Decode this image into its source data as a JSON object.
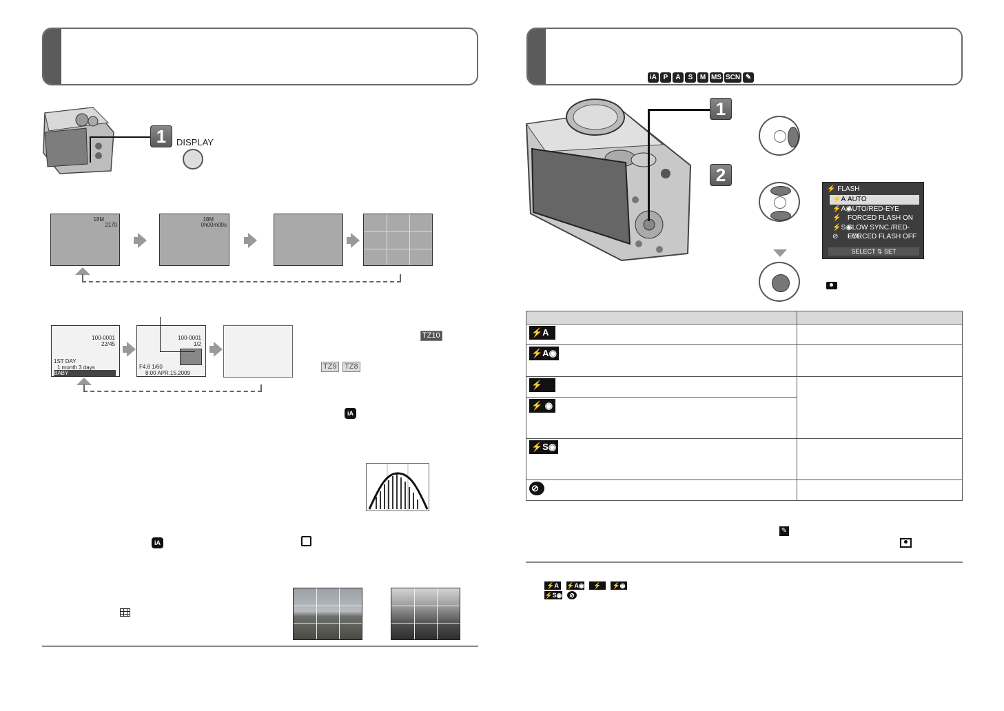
{
  "left": {
    "step1": {
      "number": "1",
      "button_label": "DISPLAY"
    },
    "record_screens": [
      {
        "rows": [
          "18M",
          "",
          "2170"
        ]
      },
      {
        "rows": [
          "18M",
          "",
          "0h00m00s"
        ]
      },
      {
        "rows": []
      },
      {
        "rows": []
      }
    ],
    "playback_screens": [
      {
        "rows": [
          "100-0001",
          "22/45",
          "1ST DAY",
          "1 month  3 days",
          "BABY"
        ]
      },
      {
        "rows": [
          "100-0001",
          "1/2",
          "F4.8 1/60",
          "8:00  APR.15.2009"
        ]
      },
      {
        "rows": []
      }
    ],
    "model_tags": {
      "tz10": "TZ10",
      "tz9": "TZ9",
      "tz8": "TZ8"
    }
  },
  "right": {
    "header_mode_icons": [
      "iA",
      "P",
      "A",
      "S",
      "M",
      "MS",
      "SCN",
      "✎"
    ],
    "steps": [
      "1",
      "2"
    ],
    "flash_menu": {
      "title": "FLASH",
      "items": [
        {
          "icon": "⚡A",
          "label": "AUTO"
        },
        {
          "icon": "⚡A◉",
          "label": "AUTO/RED-EYE"
        },
        {
          "icon": "⚡",
          "label": "FORCED FLASH ON"
        },
        {
          "icon": "⚡S◉",
          "label": "SLOW SYNC./RED-EYE"
        },
        {
          "icon": "⊘",
          "label": "FORCED FLASH OFF"
        }
      ],
      "selected_index": 0,
      "footer": "SELECT ⇅ SET"
    },
    "flash_table_icons": [
      "⚡A",
      "⚡A◉",
      "⚡",
      "⚡ ◉",
      "⚡S◉",
      "⊘"
    ],
    "footnote_icons_row1": [
      "⚡A",
      "⚡A◉",
      "⚡",
      "⚡◉"
    ],
    "footnote_icons_row2": [
      "⚡S◉",
      "⊘"
    ]
  }
}
